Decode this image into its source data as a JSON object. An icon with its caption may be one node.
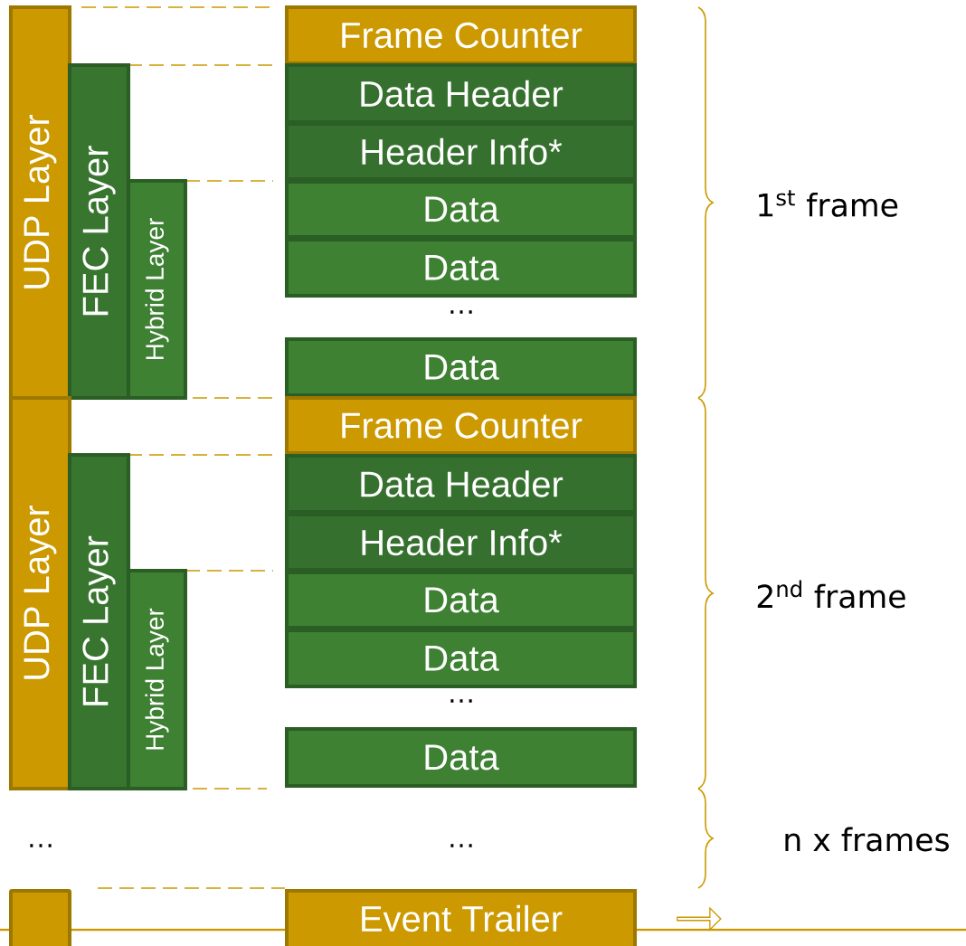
{
  "diagram": {
    "nodes": [
      {
        "text": [
          "UDP Layer"
        ]
      },
      {
        "text": [
          "FEC Layer"
        ]
      },
      {
        "text": [
          "Hybrid Layer"
        ]
      },
      {
        "text": [
          "Frame Counter"
        ]
      },
      {
        "text": [
          "Data Header"
        ]
      },
      {
        "text": [
          "Header Info*"
        ]
      },
      {
        "text": [
          "Data"
        ]
      },
      {
        "text": [
          "Data"
        ]
      },
      {
        "text": [
          "Data"
        ]
      },
      {
        "text": [
          "UDP Layer"
        ]
      },
      {
        "text": [
          "FEC Layer"
        ]
      },
      {
        "text": [
          "Hybrid Layer"
        ]
      },
      {
        "text": [
          "Frame Counter"
        ]
      },
      {
        "text": [
          "Data Header"
        ]
      },
      {
        "text": [
          "Header Info*"
        ]
      },
      {
        "text": [
          "Data"
        ]
      },
      {
        "text": [
          "Data"
        ]
      },
      {
        "text": [
          "Data"
        ]
      },
      {
        "text": [],
        "shape": "box"
      },
      {
        "text": [
          "Event Trailer"
        ]
      }
    ],
    "labels": [
      "…",
      "1$^{st}$ frame",
      "…",
      "2$^{nd}$ frame",
      "…",
      "…",
      "n x frames"
    ]
  }
}
